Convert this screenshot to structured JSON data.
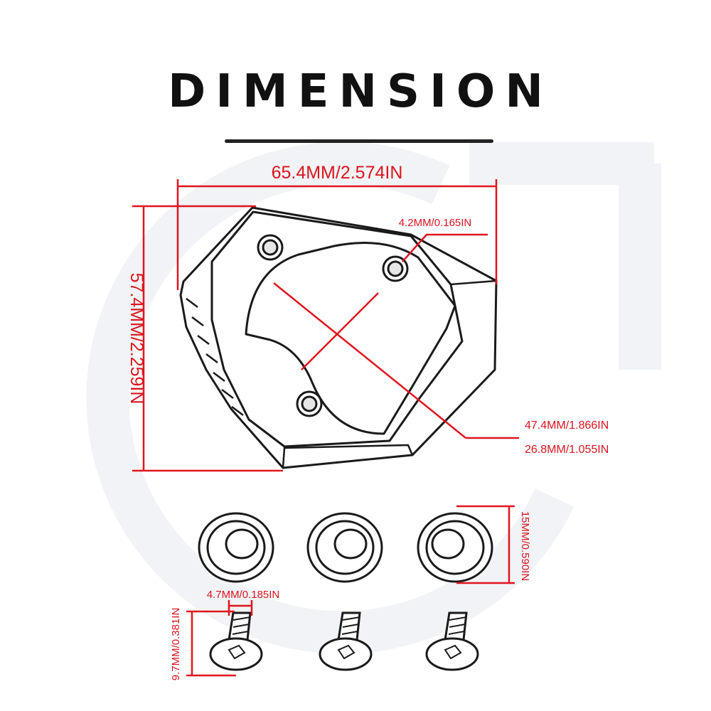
{
  "title": "DIMENSION",
  "colors": {
    "dimension_line": "#e0141e",
    "outline": "#1a1a1a",
    "label": "#d9141e",
    "watermark": "#f3f5f8"
  },
  "dimensions": {
    "overall_width": "65.4MM/2.574IN",
    "overall_height": "57.4MM/2.259IN",
    "hole_diameter": "4.2MM/0.165IN",
    "cross_length": "47.4MM/1.866IN",
    "cross_width": "26.8MM/1.055IN",
    "washer_diameter": "15MM/0.590IN",
    "screw_diameter": "4.7MM/0.185IN",
    "screw_length": "9.7MM/0.381IN"
  }
}
